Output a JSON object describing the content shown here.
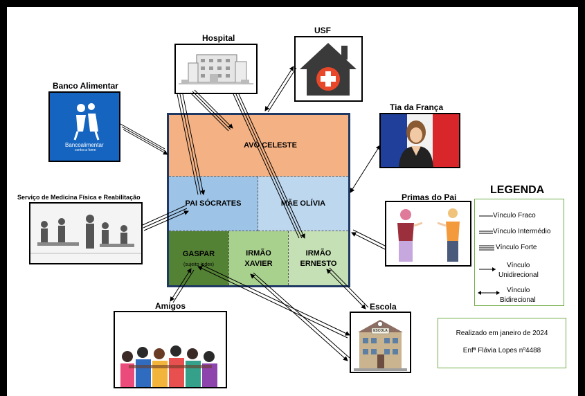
{
  "nodes": {
    "hospital": "Hospital",
    "usf": "USF",
    "banco": "Banco Alimentar",
    "banco_logo_line1": "Bancoalimentar",
    "banco_logo_line2": "contra a fome",
    "tia": "Tia da França",
    "servico": "Serviço de Medicina Física e Reabilitação",
    "primas": "Primas do Pai",
    "amigos": "Amigos",
    "escola": "Escola",
    "escola_sign": "ESCOLA"
  },
  "family": {
    "avo": "AVÓ CELESTE",
    "pai": "PAI SÓCRATES",
    "mae": "MÃE OLÍVIA",
    "gaspar": "GASPAR",
    "gaspar_sub": "(sujeito Index)",
    "xavier_1": "IRMÃO",
    "xavier_2": "XAVIER",
    "ernesto_1": "IRMÃO",
    "ernesto_2": "ERNESTO"
  },
  "legend": {
    "title": "LEGENDA",
    "items": {
      "fraco": "Vínculo Fraco",
      "intermedio": "Vínculo Intermédio",
      "forte": "Vínculo Forte",
      "unidirecional_1": "Vínculo",
      "unidirecional_2": "Unidirecional",
      "bidirecional_1": "Vínculo",
      "bidirecional_2": "Bidirecional"
    }
  },
  "note": {
    "line1": "Realizado em janeiro de 2024",
    "line2": "Enfª Flávia Lopes nº4488"
  },
  "colors": {
    "avo": "#f4b183",
    "pai": "#9dc3e6",
    "mae": "#bdd7ee",
    "gaspar": "#548235",
    "xavier": "#a9d18e",
    "ernesto": "#c5e0b4",
    "border": "#1f3864",
    "legend_border": "#70ad47",
    "banco_bg": "#1565c0",
    "usf_bg": "#3a3a3a",
    "usf_cross": "#e8472a"
  }
}
